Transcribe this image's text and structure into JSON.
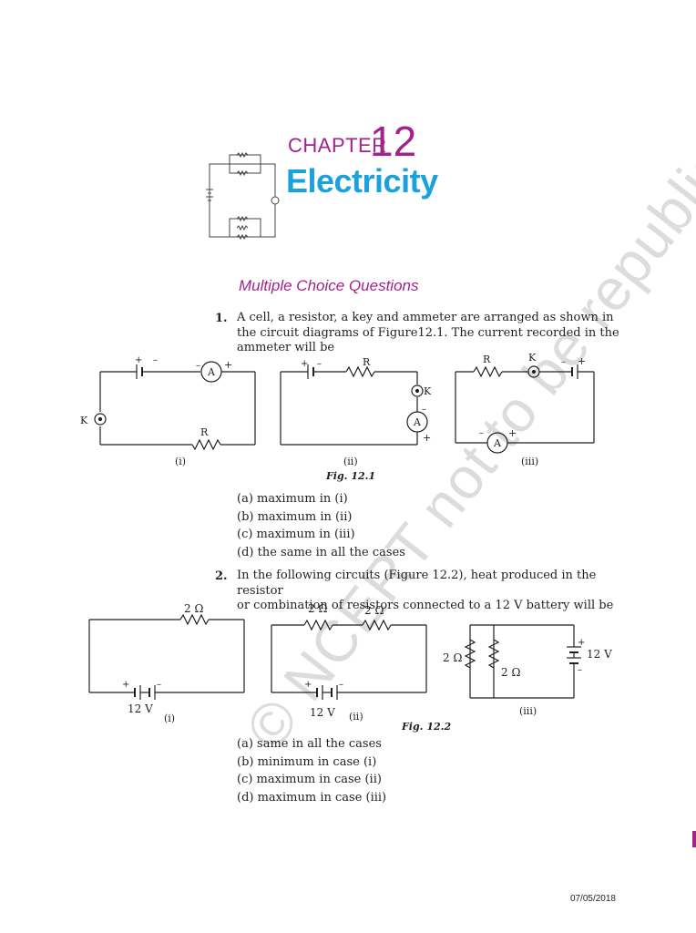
{
  "chapter": {
    "label": "CHAPTER",
    "number": "12",
    "title": "Electricity"
  },
  "section_title": "Multiple Choice Questions",
  "watermark": "© NCERT not to be republished",
  "q1": {
    "number": "1.",
    "text_lines": [
      "A cell, a resistor, a key and ammeter are arranged as shown in",
      "the circuit diagrams of Figure12.1. The current recorded in the",
      "ammeter will be"
    ],
    "figure_caption": "Fig. 12.1",
    "circuit_labels": {
      "sub_i": "(i)",
      "sub_ii": "(ii)",
      "sub_iii": "(iii)",
      "R": "R",
      "K": "K",
      "A": "A",
      "plus": "+",
      "minus": "–"
    },
    "options": [
      "(a) maximum in (i)",
      "(b) maximum in (ii)",
      "(c) maximum in (iii)",
      "(d) the same in all the cases"
    ]
  },
  "q2": {
    "number": "2.",
    "text_lines": [
      "In the following circuits (Figure 12.2), heat produced in the resistor",
      "or combination of resistors connected to a 12 V battery will be"
    ],
    "figure_caption": "Fig. 12.2",
    "circuit_labels": {
      "sub_i": "(i)",
      "sub_ii": "(ii)",
      "sub_iii": "(iii)",
      "ohm": "2 Ω",
      "volt": "12 V",
      "plus": "+",
      "minus": "–"
    },
    "options": [
      "(a) same in all the cases",
      "(b) minimum in case (i)",
      "(c) maximum in case (ii)",
      "(d) maximum in case (iii)"
    ]
  },
  "footer_date": "07/05/2018",
  "colors": {
    "magenta": "#a3238e",
    "cyan": "#1ba1db",
    "text": "#231f20",
    "watermark": "#dcdcdc"
  }
}
